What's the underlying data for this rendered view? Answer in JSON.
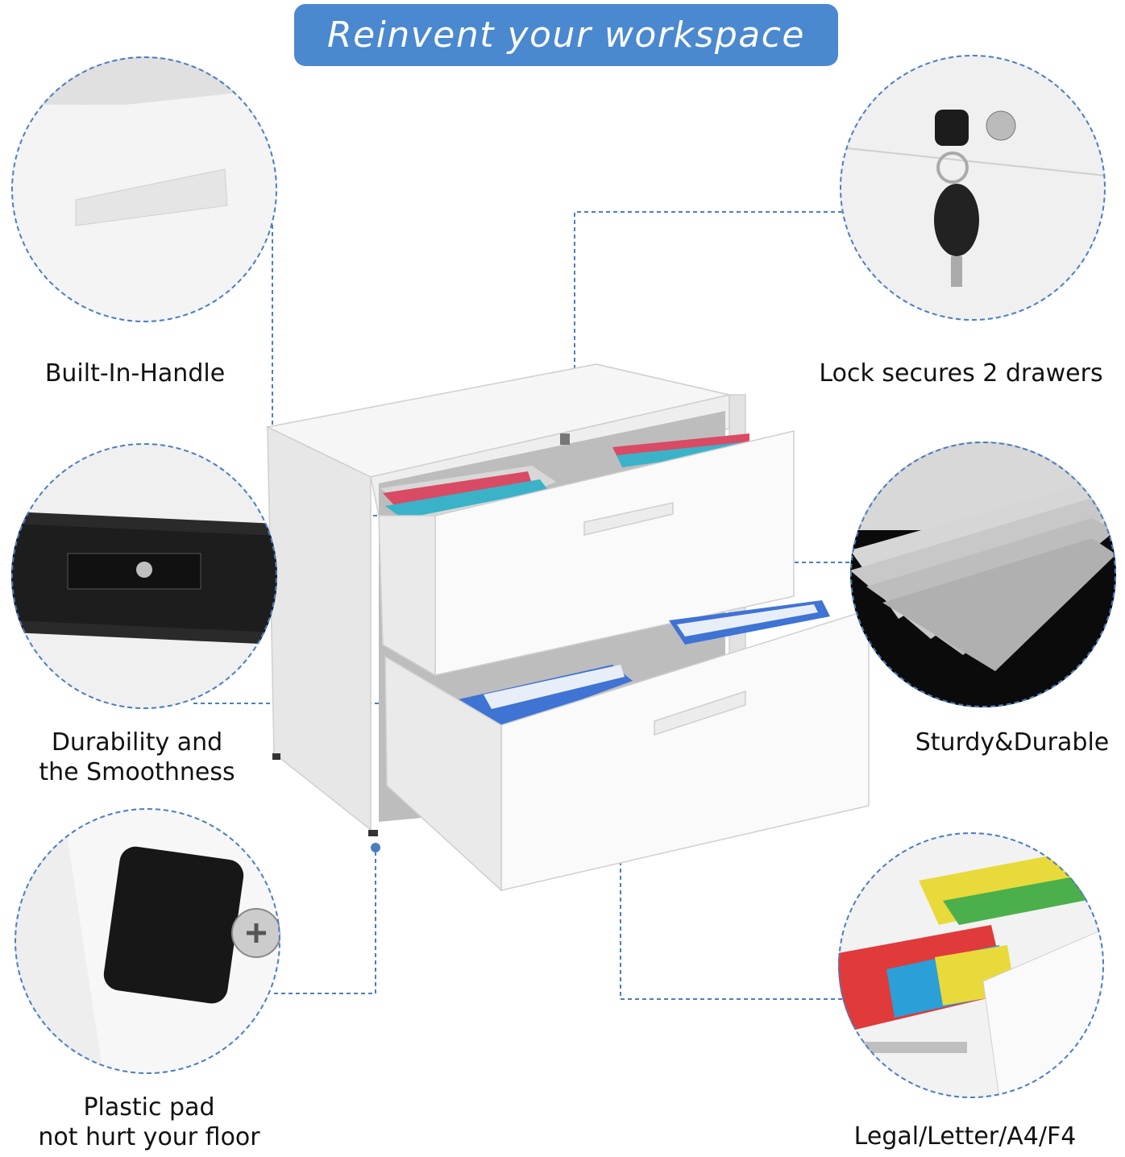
{
  "banner": {
    "text": "Reinvent your workspace",
    "color": "#4a88d0"
  },
  "accent_color": "#4a7ec1",
  "features": [
    {
      "label": "Built-In-Handle",
      "icon": "handle-closeup"
    },
    {
      "label": "Lock secures 2 drawers",
      "icon": "lock-key-closeup"
    },
    {
      "label_lines": [
        "Durability and",
        "the Smoothness"
      ],
      "icon": "drawer-slide-closeup"
    },
    {
      "label": "Sturdy&Durable",
      "icon": "steel-sheets-closeup"
    },
    {
      "label_lines": [
        "Plastic pad",
        "not hurt your floor"
      ],
      "icon": "plastic-pad-closeup"
    },
    {
      "label": "Legal/Letter/A4/F4",
      "icon": "hanging-files-closeup"
    }
  ],
  "product": {
    "name": "2-drawer lateral file cabinet",
    "color": "white"
  }
}
